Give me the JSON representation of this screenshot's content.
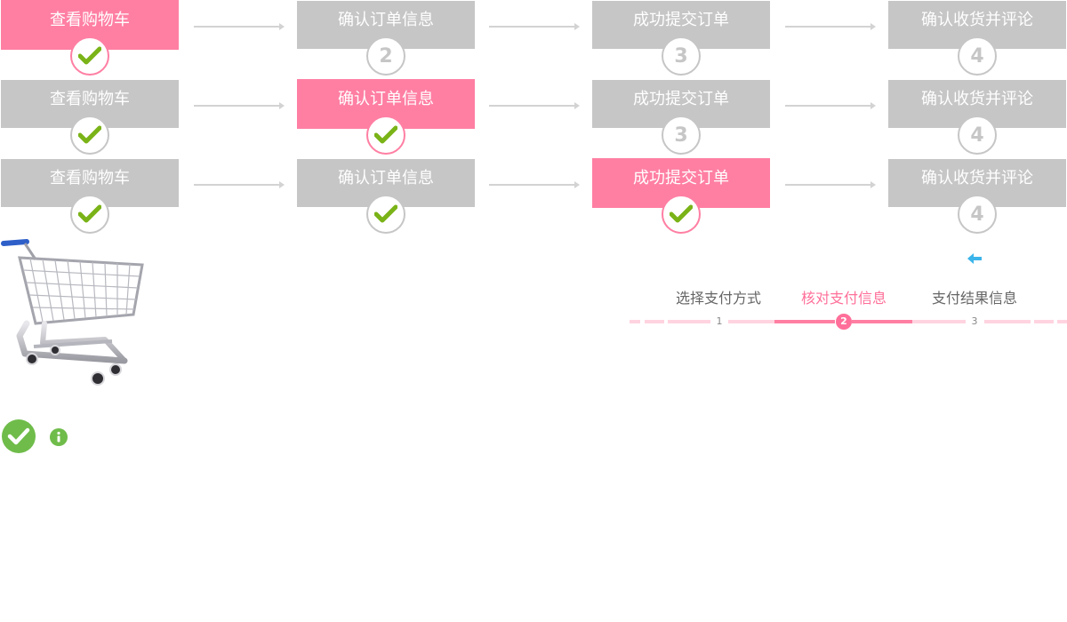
{
  "flows": [
    {
      "active_step": 1,
      "steps": [
        {
          "label": "查看购物车",
          "marker": "check",
          "number": "1"
        },
        {
          "label": "确认订单信息",
          "marker": "number",
          "number": "2"
        },
        {
          "label": "成功提交订单",
          "marker": "number",
          "number": "3"
        },
        {
          "label": "确认收货并评论",
          "marker": "number",
          "number": "4"
        }
      ]
    },
    {
      "active_step": 2,
      "steps": [
        {
          "label": "查看购物车",
          "marker": "check",
          "number": "1"
        },
        {
          "label": "确认订单信息",
          "marker": "check",
          "number": "2"
        },
        {
          "label": "成功提交订单",
          "marker": "number",
          "number": "3"
        },
        {
          "label": "确认收货并评论",
          "marker": "number",
          "number": "4"
        }
      ]
    },
    {
      "active_step": 3,
      "steps": [
        {
          "label": "查看购物车",
          "marker": "check",
          "number": "1"
        },
        {
          "label": "确认订单信息",
          "marker": "check",
          "number": "2"
        },
        {
          "label": "成功提交订单",
          "marker": "check",
          "number": "3"
        },
        {
          "label": "确认收货并评论",
          "marker": "number",
          "number": "4"
        }
      ]
    }
  ],
  "payment_steps": {
    "labels": [
      "选择支付方式",
      "核对支付信息",
      "支付结果信息"
    ],
    "numbers": [
      "1",
      "2",
      "3"
    ],
    "active": 2
  },
  "colors": {
    "active": "#ff7fa3",
    "inactive": "#c6c6c6",
    "check": "#7ab317",
    "success": "#6fbc4a",
    "back_arrow": "#3bb4ea"
  },
  "icons": {
    "cart": "shopping-cart-image",
    "success": "check-circle-icon",
    "info": "info-icon",
    "back": "back-arrow-icon"
  }
}
